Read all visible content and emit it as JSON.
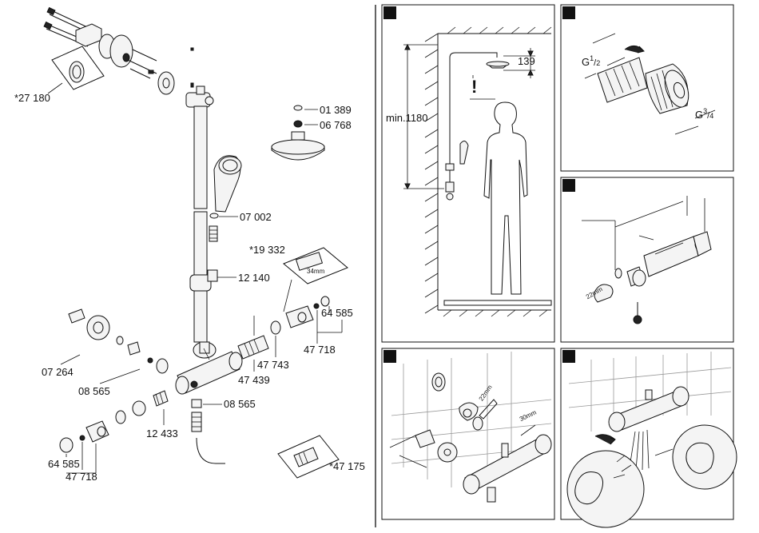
{
  "parts": {
    "p27180": "*27 180",
    "p01389": "01 389",
    "p06768": "06 768",
    "p07002": "07 002",
    "p19332": "*19 332",
    "p19332_sub": "34mm",
    "p12140": "12 140",
    "p64585_r": "64 585",
    "p47718_r": "47 718",
    "p47743": "47 743",
    "p47439": "47 439",
    "p07264": "07 264",
    "p08565_l": "08 565",
    "p08565_c": "08 565",
    "p12433": "12 433",
    "p64585_l": "64 585",
    "p47718_l": "47 718",
    "p47175": "*47 175"
  },
  "dims": {
    "head_height": "139",
    "min_height": "min.1180",
    "spanner": "22mm",
    "spanner_22": "22mm",
    "spanner_30": "30mm"
  },
  "threads": {
    "g_half_base": "G",
    "g_half_num": "1",
    "g_half_den": "2",
    "g_three_quarter_base": "G",
    "g_three_quarter_num": "3",
    "g_three_quarter_den": "4"
  },
  "warning_glyph": "!"
}
